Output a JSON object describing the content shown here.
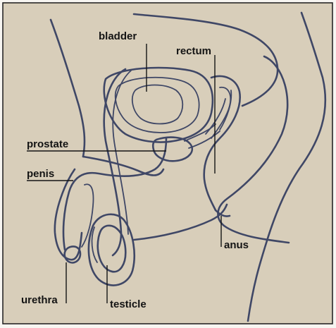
{
  "diagram": {
    "labels": {
      "bladder": "bladder",
      "rectum": "rectum",
      "prostate": "prostate",
      "penis": "penis",
      "anus": "anus",
      "urethra": "urethra",
      "testicle": "testicle"
    },
    "colors": {
      "background": "#d8ceba",
      "outline": "#3f4766",
      "text": "#141414",
      "frame": "#1a1a1a"
    }
  }
}
